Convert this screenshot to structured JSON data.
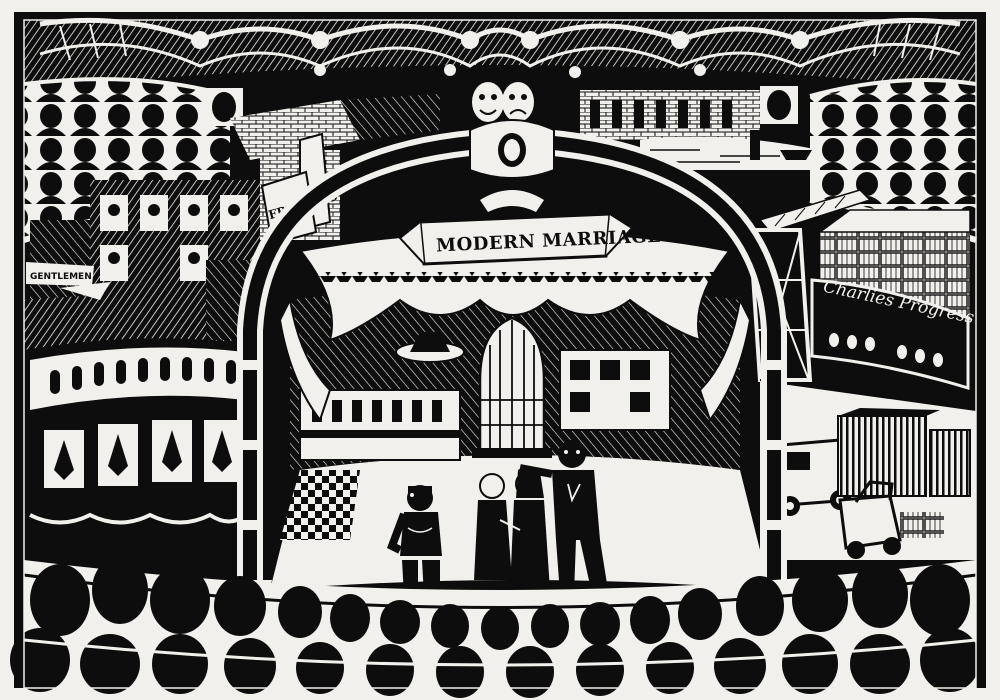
{
  "artwork": {
    "banner_text": "MODERN MARRIAGE",
    "sign_free_show": "FREE SHOW",
    "sign_gentlemen": "GENTLEMEN",
    "sign_progress": "Charlies Progress"
  },
  "colors": {
    "ink": "#0d0d0d",
    "paper": "#f2f0ec"
  }
}
